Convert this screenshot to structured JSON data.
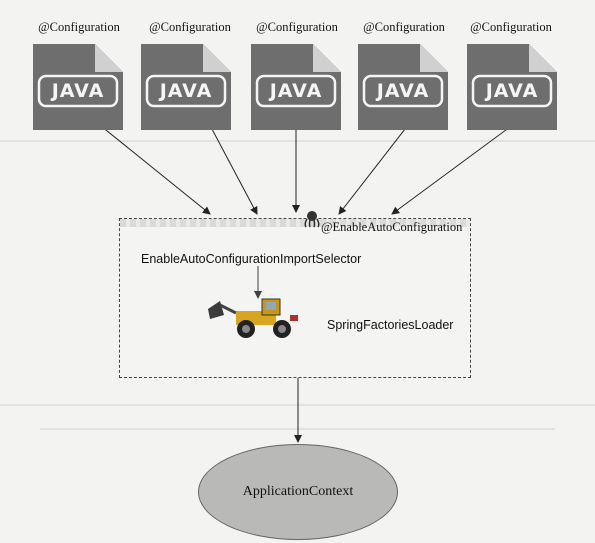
{
  "config_docs": [
    {
      "annotation": "@Configuration",
      "file_label": "JAVA"
    },
    {
      "annotation": "@Configuration",
      "file_label": "JAVA"
    },
    {
      "annotation": "@Configuration",
      "file_label": "JAVA"
    },
    {
      "annotation": "@Configuration",
      "file_label": "JAVA"
    },
    {
      "annotation": "@Configuration",
      "file_label": "JAVA"
    }
  ],
  "enable_annotation": "@EnableAutoConfiguration",
  "import_selector": "EnableAutoConfigurationImportSelector",
  "factories_loader": "SpringFactoriesLoader",
  "application_context": "ApplicationContext",
  "icons": {
    "doc": "java-file-icon",
    "loader": "front-loader-icon",
    "annotation": "octopus-icon"
  },
  "colors": {
    "doc_fill": "#6e6e6e",
    "ellipse_fill": "#b9b9b7"
  }
}
